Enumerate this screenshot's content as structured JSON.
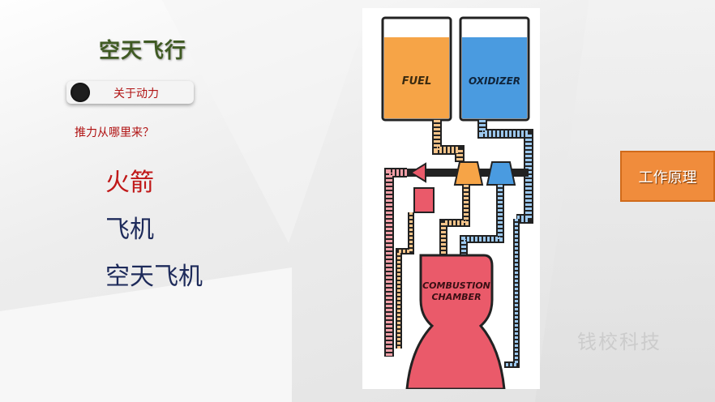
{
  "slide": {
    "title": "空天飞行",
    "toggle_label": "关于动力",
    "question": "推力从哪里来？",
    "options": [
      "火箭",
      "飞机",
      "空天飞机"
    ],
    "action_button": "工作原理",
    "watermark": "钱校科技"
  },
  "diagram": {
    "fuel_label": "FUEL",
    "oxidizer_label": "OXIDIZER",
    "chamber_label_1": "COMBUSTION",
    "chamber_label_2": "CHAMBER"
  },
  "colors": {
    "fuel": "#f6a447",
    "oxidizer": "#4a9be0",
    "chamber": "#ea5a6a",
    "accent_red": "#b01212",
    "button_orange": "#f08c3c"
  }
}
